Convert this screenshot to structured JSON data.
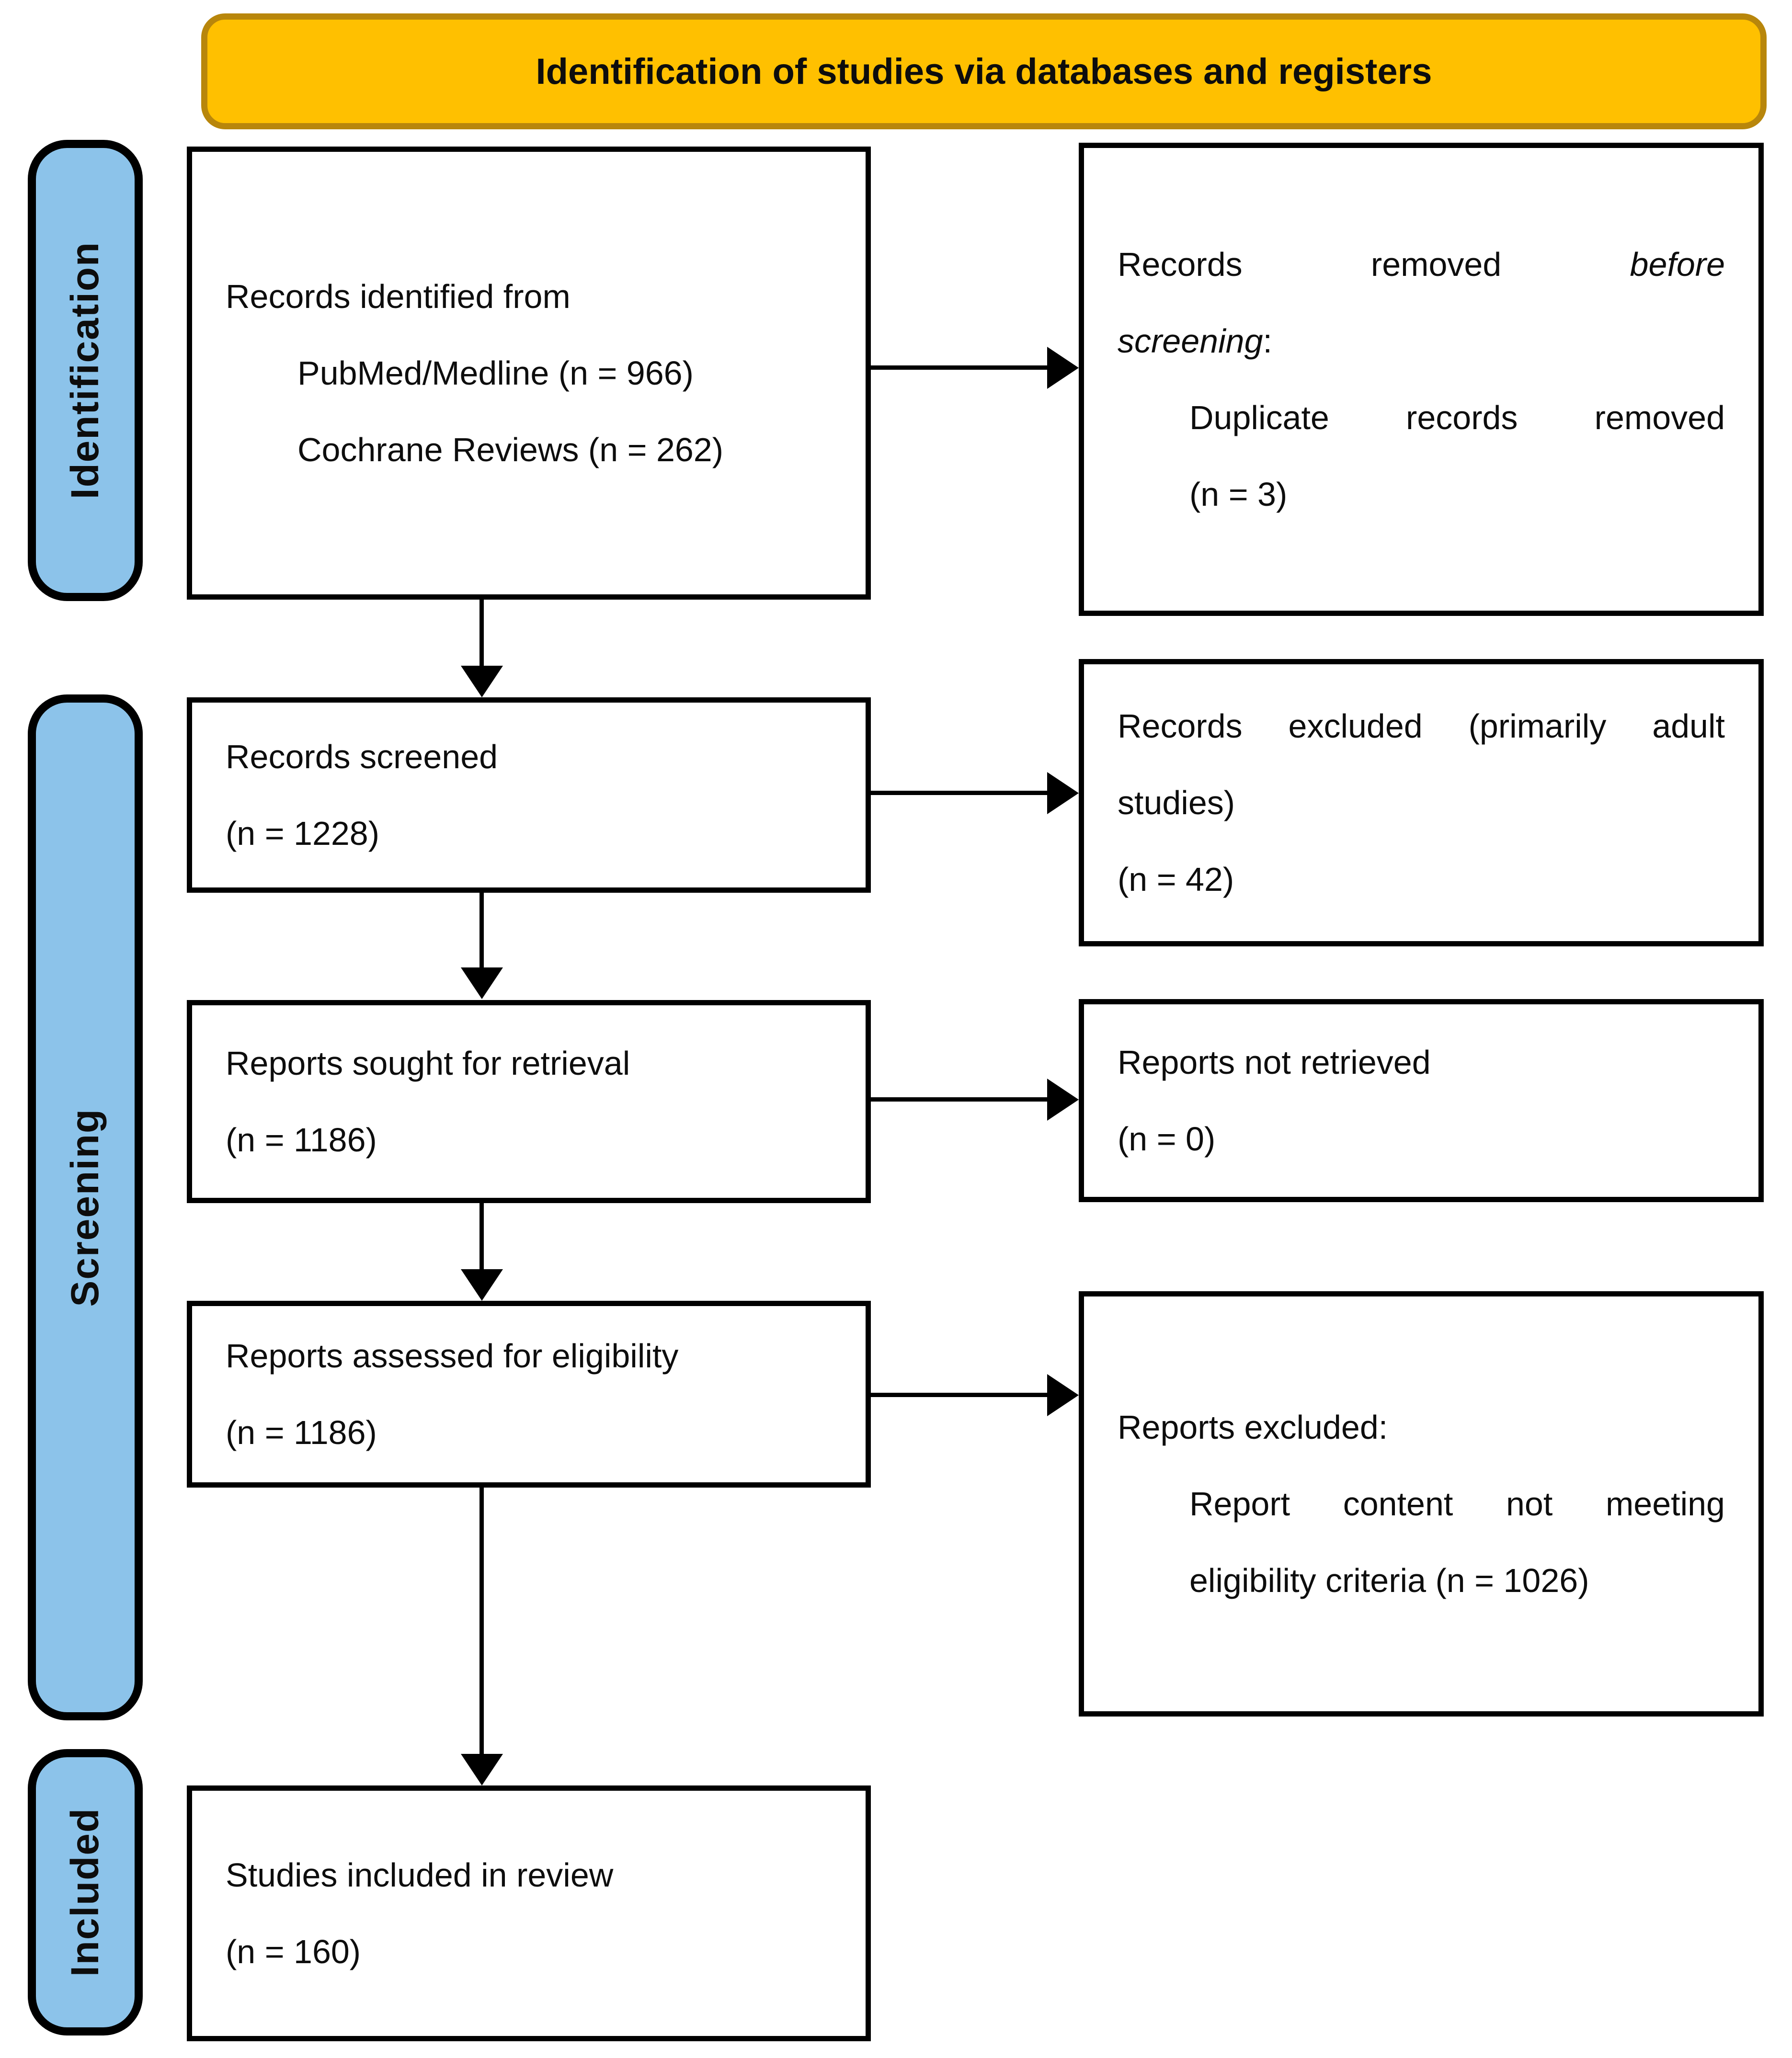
{
  "colors": {
    "banner_bg": "#FFC000",
    "banner_border": "#B8860B",
    "side_bg": "#8CC3EA",
    "box_border": "#000000"
  },
  "banner": {
    "label": "Identification of studies via databases and registers"
  },
  "side_labels": [
    {
      "label": "Identification"
    },
    {
      "label": "Screening"
    },
    {
      "label": "Included"
    }
  ],
  "boxes": {
    "records_identified": {
      "lines": [
        {
          "segments": [
            {
              "t": "Records identified from"
            }
          ]
        },
        {
          "indent": true,
          "segments": [
            {
              "t": "PubMed/Medline (n = 966)"
            }
          ]
        },
        {
          "indent": true,
          "segments": [
            {
              "t": "Cochrane Reviews (n = 262)"
            }
          ]
        }
      ]
    },
    "records_removed": {
      "lines": [
        {
          "justify": true,
          "segments": [
            {
              "t": "Records removed "
            },
            {
              "t": "before",
              "i": true
            }
          ]
        },
        {
          "segments": [
            {
              "t": "screening",
              "i": true
            },
            {
              "t": ":"
            }
          ]
        },
        {
          "indent": true,
          "justify": true,
          "segments": [
            {
              "t": "Duplicate records removed"
            }
          ]
        },
        {
          "indent": true,
          "segments": [
            {
              "t": "(n = 3)"
            }
          ]
        }
      ]
    },
    "records_screened": {
      "lines": [
        {
          "segments": [
            {
              "t": "Records screened"
            }
          ]
        },
        {
          "segments": [
            {
              "t": "(n = 1228)"
            }
          ]
        }
      ]
    },
    "records_excluded": {
      "lines": [
        {
          "justify": true,
          "segments": [
            {
              "t": "Records excluded (primarily adult"
            }
          ]
        },
        {
          "segments": [
            {
              "t": "studies)"
            }
          ]
        },
        {
          "segments": [
            {
              "t": "(n = 42)"
            }
          ]
        }
      ]
    },
    "reports_sought": {
      "lines": [
        {
          "segments": [
            {
              "t": "Reports sought for retrieval"
            }
          ]
        },
        {
          "segments": [
            {
              "t": "(n = 1186)"
            }
          ]
        }
      ]
    },
    "reports_not_retrieved": {
      "lines": [
        {
          "segments": [
            {
              "t": "Reports not retrieved"
            }
          ]
        },
        {
          "segments": [
            {
              "t": "(n = 0)"
            }
          ]
        }
      ]
    },
    "reports_assessed": {
      "lines": [
        {
          "segments": [
            {
              "t": "Reports assessed for eligibility"
            }
          ]
        },
        {
          "segments": [
            {
              "t": "(n = 1186)"
            }
          ]
        }
      ]
    },
    "reports_excluded": {
      "lines": [
        {
          "segments": [
            {
              "t": "Reports excluded:"
            }
          ]
        },
        {
          "indent": true,
          "justify": true,
          "segments": [
            {
              "t": "Report content not meeting"
            }
          ]
        },
        {
          "indent": true,
          "segments": [
            {
              "t": "eligibility criteria (n = 1026)"
            }
          ]
        }
      ]
    },
    "studies_included": {
      "lines": [
        {
          "segments": [
            {
              "t": "Studies included in review"
            }
          ]
        },
        {
          "segments": [
            {
              "t": "(n = 160)"
            }
          ]
        }
      ]
    }
  }
}
